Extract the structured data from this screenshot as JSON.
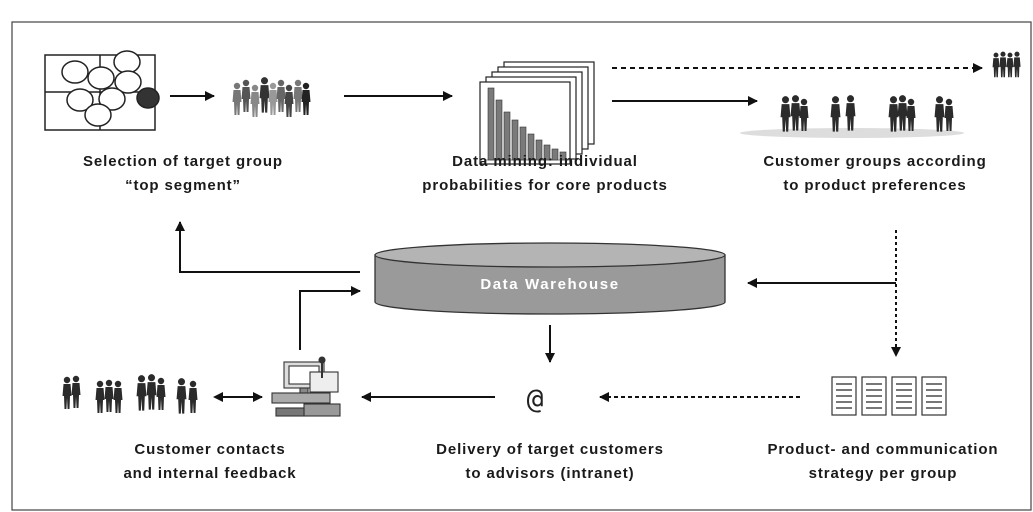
{
  "nodes": {
    "target_group": {
      "line1": "Selection of target group",
      "line2": "“top segment”"
    },
    "data_mining": {
      "line1": "Data mining: individual",
      "line2": "probabilities for core products"
    },
    "customer_groups": {
      "line1": "Customer groups according",
      "line2": "to product preferences"
    },
    "data_warehouse": {
      "label": "Data Warehouse"
    },
    "strategy": {
      "line1": "Product- and communication",
      "line2": "strategy per group"
    },
    "delivery": {
      "line1": "Delivery of target customers",
      "line2": "to advisors (intranet)",
      "symbol": "@"
    },
    "contacts": {
      "line1": "Customer contacts",
      "line2": "and internal feedback"
    }
  },
  "colors": {
    "ink": "#1a1a1a",
    "warehouse_fill": "#9a9a9a",
    "warehouse_top": "#b4b4b4",
    "figure": "#2b2b2b",
    "chart_bar": "#7a7a7a"
  }
}
